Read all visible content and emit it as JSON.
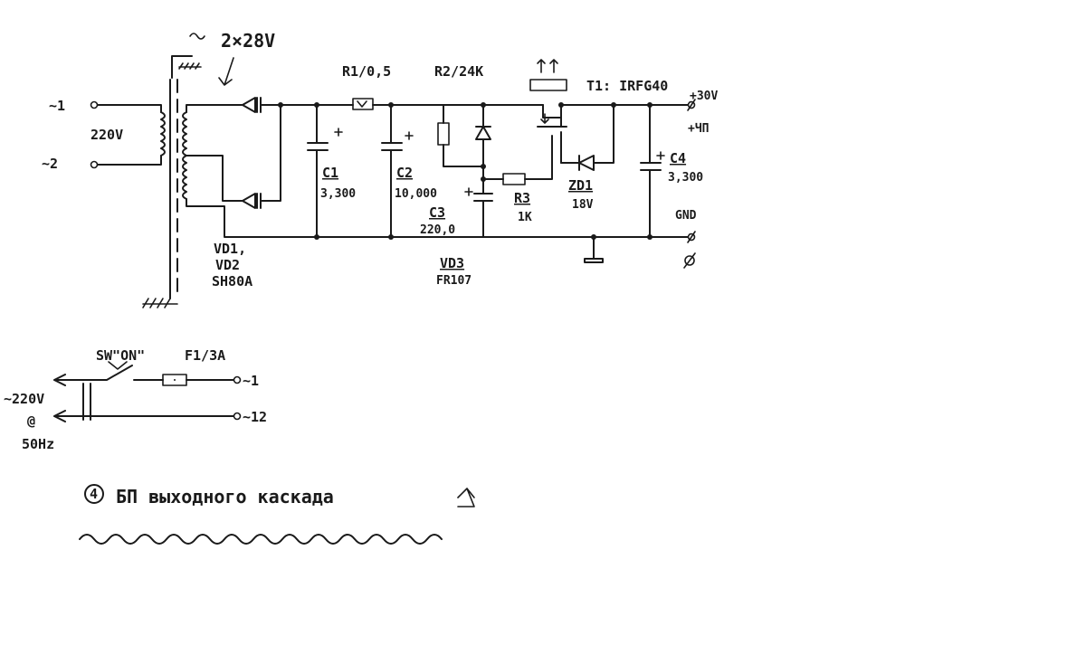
{
  "labels": {
    "input_1": "~1",
    "input_2": "~2",
    "primary_voltage": "220V",
    "secondary_voltage": "2×28V",
    "diodes": "VD1,",
    "diodes_2": "VD2",
    "diode_part": "SH80A",
    "r1": "R1/0,5",
    "r2": "R2/24K",
    "t1": "T1: IRFG40",
    "out_plus": "+30V",
    "out_plus_2": "+ЧП",
    "gnd": "GND",
    "c1_name": "C1",
    "c1_value": "3,300",
    "c2_name": "C2",
    "c2_value": "10,000",
    "c3_name": "C3",
    "c3_value": "220,0",
    "r3_name": "R3",
    "r3_value": "1K",
    "zd1_name": "ZD1",
    "zd1_value": "18V",
    "c4_name": "C4",
    "c4_value": "3,300",
    "vd3_name": "VD3",
    "vd3_part": "FR107",
    "mains_switch": "SW\"ON\"",
    "fuse": "F1/3A",
    "mains_out_1": "~1",
    "mains_out_2": "~12",
    "mains_voltage": "~220V",
    "mains_at": "@",
    "mains_freq": "50Hz",
    "circled_number": "4",
    "caption": "БП выходного каскада"
  }
}
